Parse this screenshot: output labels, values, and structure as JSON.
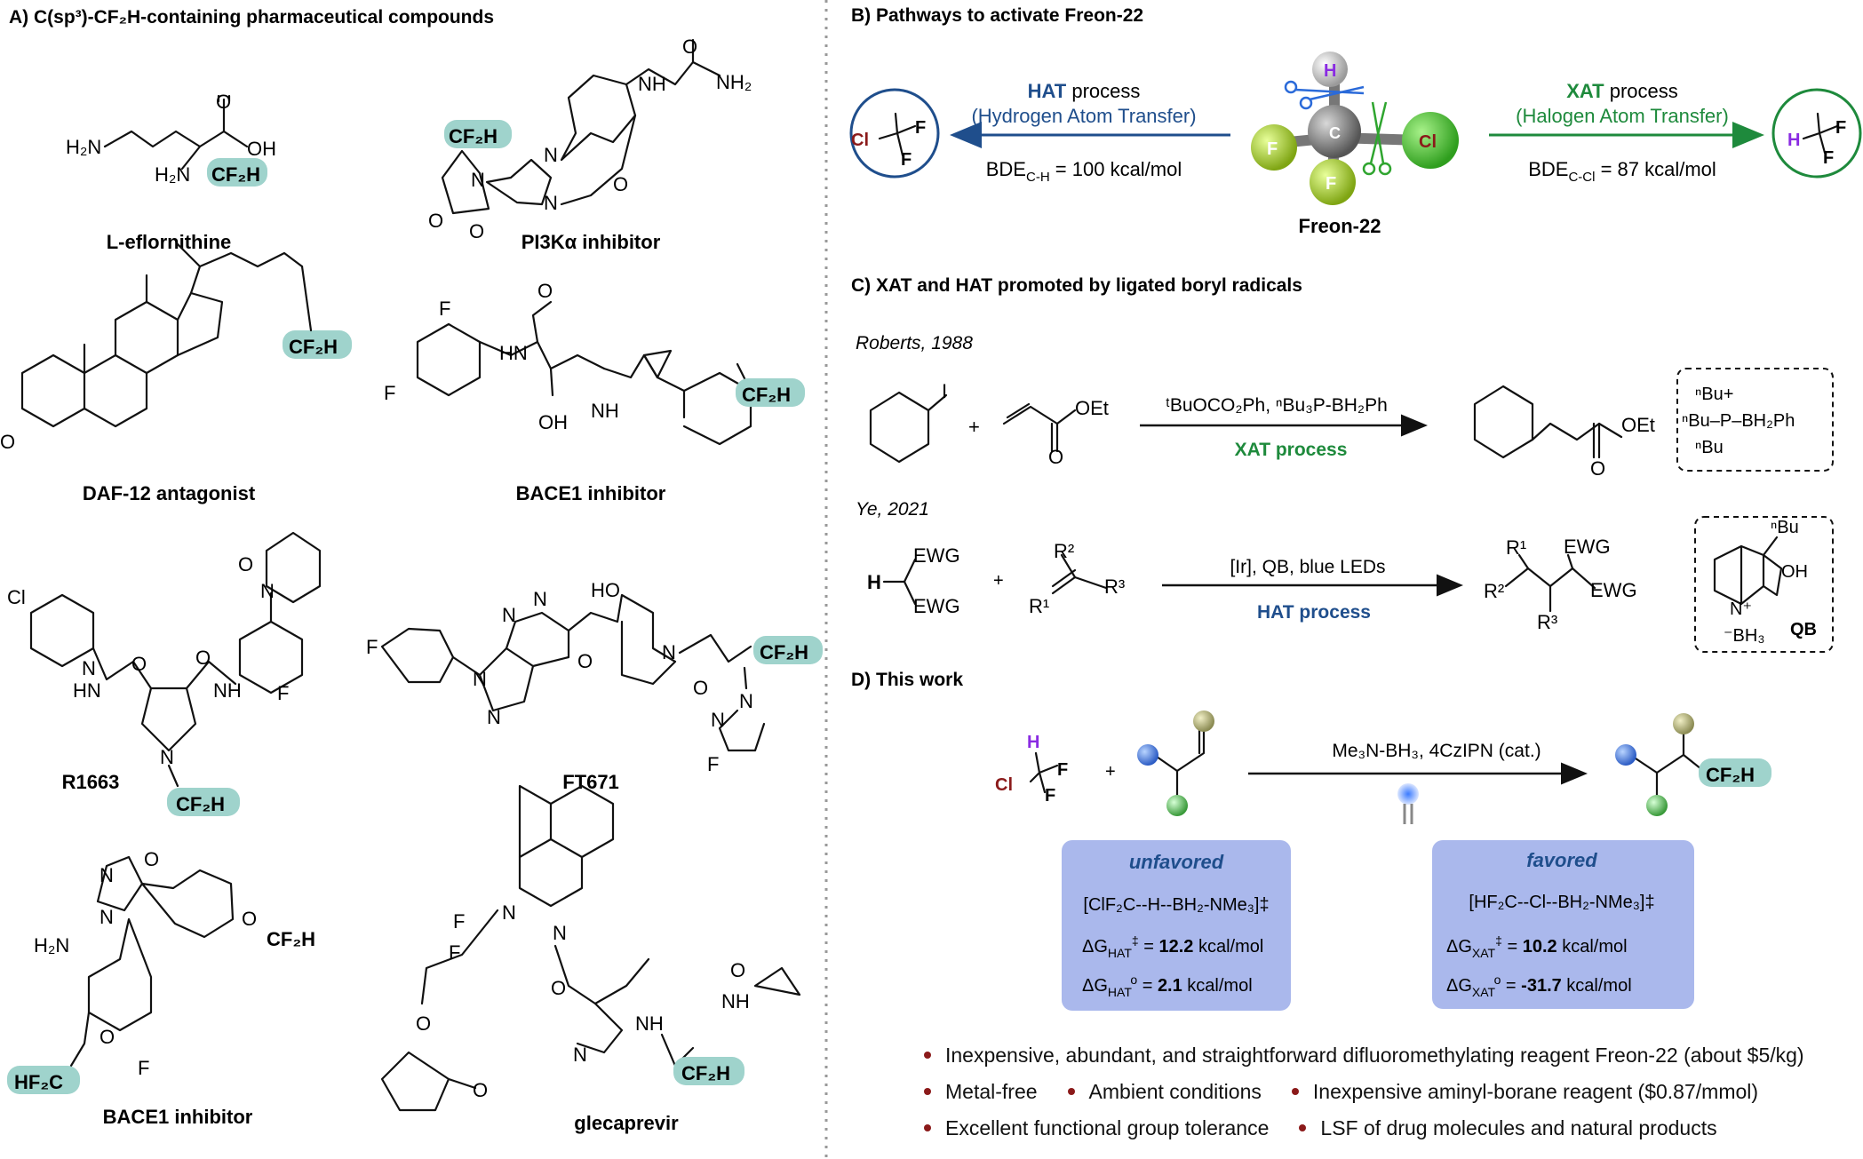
{
  "panels": {
    "a": {
      "title": "A) C(sp³)-CF₂H-containing pharmaceutical compounds"
    },
    "b": {
      "title": "B) Pathways to activate Freon-22"
    },
    "c": {
      "title": "C) XAT and HAT promoted by ligated boryl radicals"
    },
    "d": {
      "title": "D) This work"
    }
  },
  "compounds": [
    {
      "name": "L-eflornithine"
    },
    {
      "name": "PI3Kα inhibitor"
    },
    {
      "name": "DAF-12 antagonist"
    },
    {
      "name": "BACE1 inhibitor"
    },
    {
      "name": "R1663"
    },
    {
      "name": "FT671"
    },
    {
      "name": "BACE1 inhibitor"
    },
    {
      "name": "glecaprevir"
    }
  ],
  "highlight_labels": {
    "cf2h": "CF₂H",
    "hf2c": "HF₂C"
  },
  "atom_labels": {
    "h2n": "H₂N",
    "o": "O",
    "oh": "OH",
    "n": "N",
    "nh": "NH",
    "hn": "HN",
    "nh2": "NH₂",
    "f": "F",
    "cl": "Cl",
    "ho": "HO",
    "h": "H",
    "c": "C"
  },
  "panel_b": {
    "hat_keyword": "HAT",
    "hat_word": " process",
    "hat_full": "(Hydrogen Atom Transfer)",
    "hat_bde": "BDE",
    "hat_bde_sub": "C-H",
    "hat_bde_val": " = 100 kcal/mol",
    "xat_keyword": "XAT",
    "xat_word": " process",
    "xat_full": "(Halogen Atom Transfer)",
    "xat_bde": "BDE",
    "xat_bde_sub": "C-Cl",
    "xat_bde_val": " = 87 kcal/mol",
    "center_label": "Freon-22"
  },
  "panel_c": {
    "roberts_ref": "Roberts, 1988",
    "ye_ref": "Ye, 2021",
    "oet": "OEt",
    "roberts_reagents": "ᵗBuOCO₂Ph, ⁿBu₃P-BH₂Ph",
    "roberts_process": "XAT process",
    "ewg": "EWG",
    "ye_reagents": "[Ir], QB, blue LEDs",
    "ye_process": "HAT process",
    "r1": "R¹",
    "r2": "R²",
    "r3": "R³",
    "box1_lines": [
      "ⁿBu+",
      "ⁿBu–P–BH₂Ph",
      "ⁿBu"
    ],
    "box2_label": "QB",
    "nbu": "ⁿBu",
    "bh3": "⁻BH₃",
    "nplus": "N⁺"
  },
  "panel_d": {
    "reagents": "Me₃N-BH₃, 4CzIPN (cat.)",
    "left_box_title": "unfavored",
    "left_ts": "[ClF₂C--H--BH₂-NMe₃]‡",
    "left_g1_label": "ΔG",
    "left_g1_sub": "HAT",
    "left_g1_sup": "‡",
    "left_g1_val": "12.2",
    "left_g1_unit": " kcal/mol",
    "left_g2_label": "ΔG",
    "left_g2_sub": "HAT",
    "left_g2_sup": "o",
    "left_g2_val": "2.1",
    "left_g2_unit": " kcal/mol",
    "right_box_title": "favored",
    "right_ts": "[HF₂C--Cl--BH₂-NMe₃]‡",
    "right_g1_label": "ΔG",
    "right_g1_sub": "XAT",
    "right_g1_sup": "‡",
    "right_g1_val": "10.2",
    "right_g1_unit": " kcal/mol",
    "right_g2_label": "ΔG",
    "right_g2_sub": "XAT",
    "right_g2_sup": "o",
    "right_g2_val": "-31.7",
    "right_g2_unit": " kcal/mol"
  },
  "bullets": [
    [
      "Inexpensive, abundant, and straightforward difluoromethylating reagent  Freon-22 (about $5/kg)"
    ],
    [
      "Metal-free",
      "Ambient conditions",
      "Inexpensive aminyl-borane reagent ($0.87/mmol)"
    ],
    [
      "Excellent functional group tolerance",
      "LSF of drug molecules and natural products"
    ]
  ],
  "colors": {
    "teal_highlight": "#9fd3cc",
    "hat_blue": "#1f4e8c",
    "xat_green": "#1e8a3c",
    "cl_red": "#8b1a1a",
    "h_purple": "#8a2be2",
    "box_lavender": "#aab8ec",
    "divider": "#999999"
  }
}
